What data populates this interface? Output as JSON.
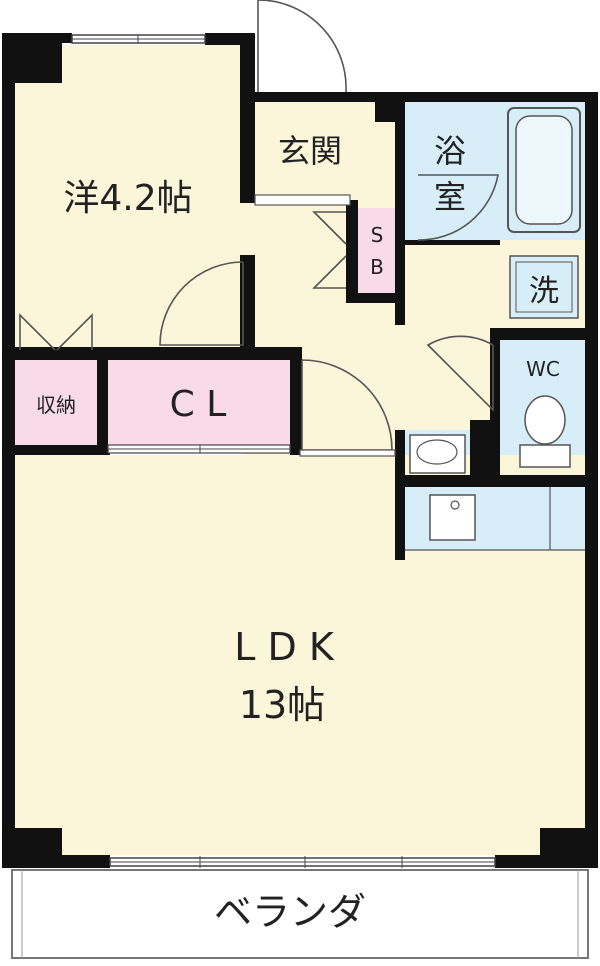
{
  "rooms": {
    "western": "洋4.2帖",
    "entrance": "玄関",
    "bath_1": "浴",
    "bath_2": "室",
    "shoebox_1": "S",
    "shoebox_2": "B",
    "washroom": "洗",
    "wc": "WC",
    "storage": "収納",
    "closet": "C L",
    "ldk": "L D K",
    "ldk_size": "13帖",
    "balcony": "ベランダ"
  },
  "colors": {
    "floor": "#fbf5d9",
    "wet_area": "#d7eef8",
    "storage": "#f8dbe6",
    "wall": "#111111",
    "balcony": "#ffffff"
  }
}
